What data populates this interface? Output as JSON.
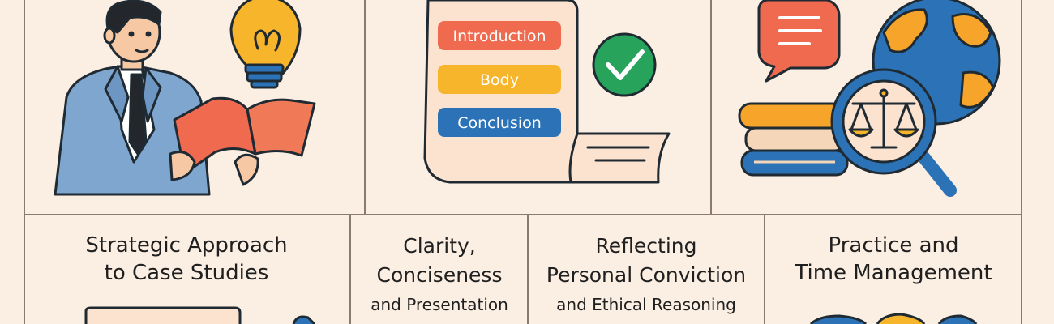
{
  "top_cards": {
    "card2": {
      "pills": [
        {
          "label": "Introduction",
          "fill": "#ef6a4e",
          "text_color": "#ffffff"
        },
        {
          "label": "Body",
          "fill": "#f6b52a",
          "text_color": "#ffffff"
        },
        {
          "label": "Conclusion",
          "fill": "#2b73b6",
          "text_color": "#ffffff"
        }
      ]
    }
  },
  "bottom_cards": [
    {
      "lines": [
        "Strategic Approach",
        "to Case Studies"
      ]
    },
    {
      "lines": [
        "Clarity,",
        "Conciseness",
        "and Presentation"
      ]
    },
    {
      "lines": [
        "Reflecting",
        "Personal Conviction",
        "and Ethical Reasoning"
      ]
    },
    {
      "lines": [
        "Practice and",
        "Time Management"
      ]
    }
  ],
  "colors": {
    "background": "#fbeee2",
    "outline": "#1f2a33",
    "orange": "#ef6a4e",
    "yellow": "#f6b52a",
    "blue": "#2b73b6",
    "green": "#27a35c"
  }
}
